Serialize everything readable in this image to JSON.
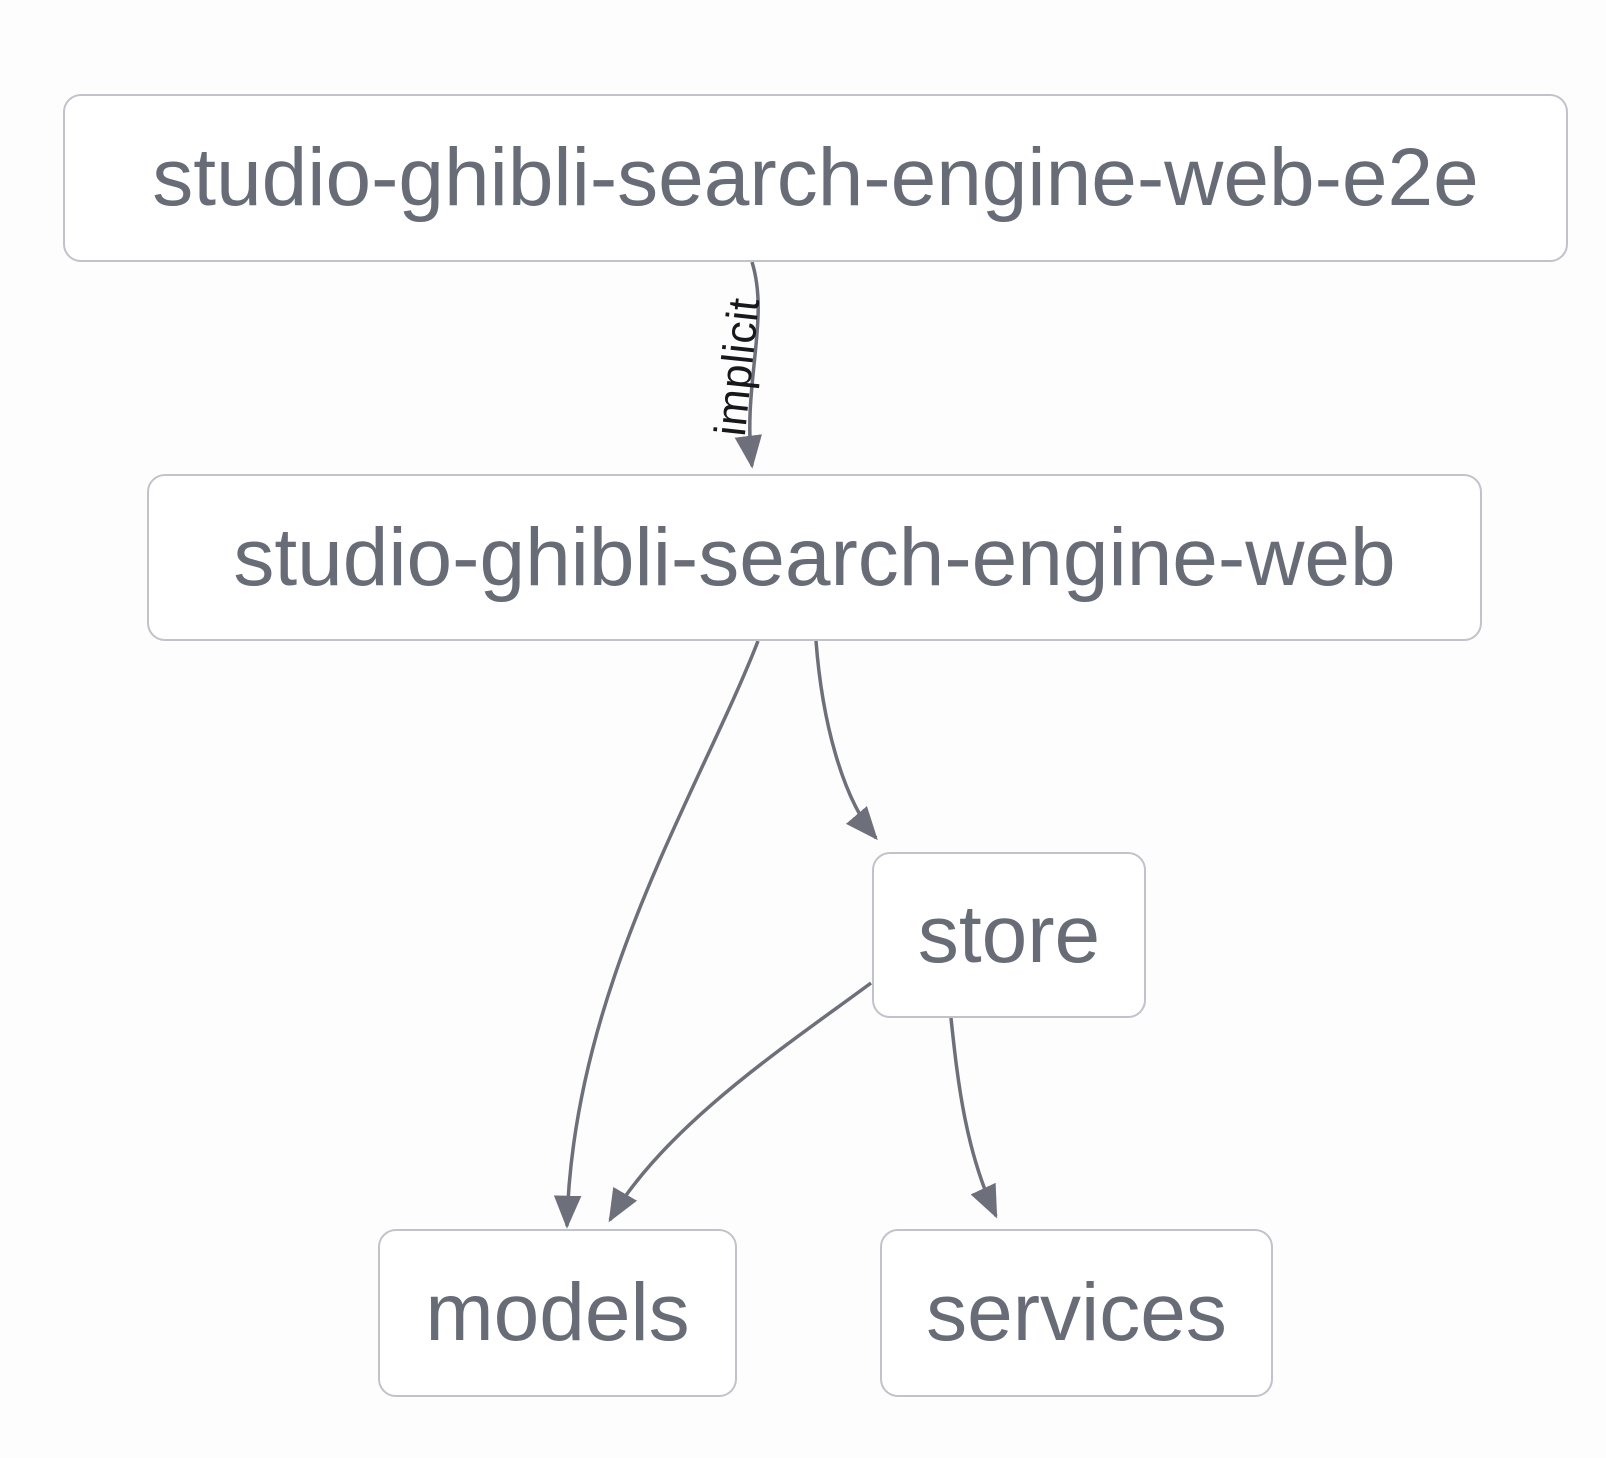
{
  "diagram": {
    "type": "dependency-graph",
    "nodes": [
      {
        "id": "e2e",
        "label": "studio-ghibli-search-engine-web-e2e"
      },
      {
        "id": "web",
        "label": "studio-ghibli-search-engine-web"
      },
      {
        "id": "store",
        "label": "store"
      },
      {
        "id": "models",
        "label": "models"
      },
      {
        "id": "services",
        "label": "services"
      }
    ],
    "edges": [
      {
        "from": "studio-ghibli-search-engine-web-e2e",
        "to": "studio-ghibli-search-engine-web",
        "label": "implicit"
      },
      {
        "from": "studio-ghibli-search-engine-web",
        "to": "models",
        "label": ""
      },
      {
        "from": "studio-ghibli-search-engine-web",
        "to": "store",
        "label": ""
      },
      {
        "from": "store",
        "to": "models",
        "label": ""
      },
      {
        "from": "store",
        "to": "services",
        "label": ""
      }
    ],
    "colors": {
      "node_text": "#686c77",
      "node_border": "#c2c3ca",
      "node_bg": "#ffffff",
      "edge": "#6d6f7a",
      "edge_label": "#17181c",
      "canvas_bg": "#fdfdfe"
    }
  }
}
